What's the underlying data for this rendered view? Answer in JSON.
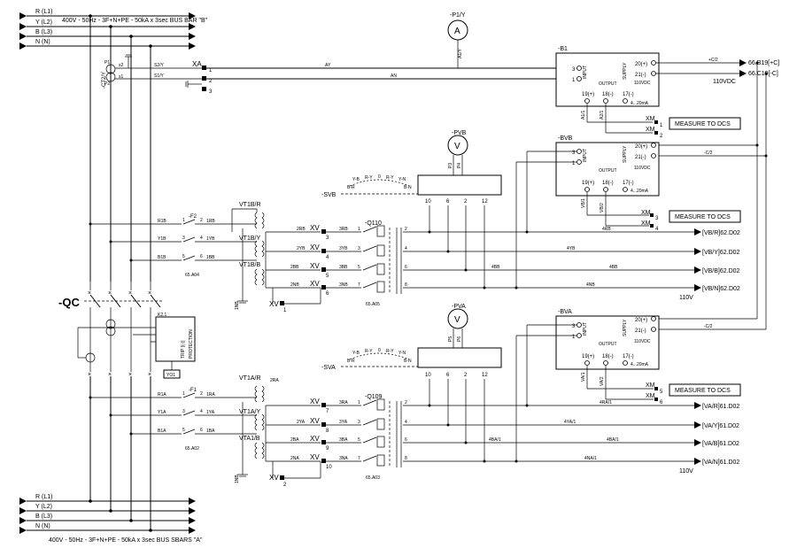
{
  "bus_b": {
    "phases": [
      "R (L1)",
      "Y (L2)",
      "B (L3)",
      "N (N)"
    ],
    "title": "400V - 50Hz - 3F+N+PE - 50kA x 3sec BUS BAR \"B\""
  },
  "bus_a": {
    "phases": [
      "R (L1)",
      "Y (L2)",
      "B (L3)",
      "N (N)"
    ],
    "title": "400V - 50Hz - 3F+N+PE - 50kA x 3sec BUS SBARS \"A\""
  },
  "ct": {
    "tag": "-CT2/Y",
    "p1": "P1",
    "p2": "P2",
    "s1": "s1",
    "s2": "s2",
    "w1": "S2/Y",
    "w2": "S1/Y"
  },
  "xa": {
    "tag": "XA",
    "t": [
      "1",
      "2",
      "3"
    ],
    "w1": "AY",
    "w2": "AN"
  },
  "ammeter": {
    "tag": "-P1/Y",
    "sym": "A",
    "wire": "A1/Y"
  },
  "b1": {
    "tag": "-B1",
    "in1": "3",
    "in2": "1",
    "input": "INPUT",
    "supply": "SUPPLY",
    "output": "OUTPUT",
    "sp": "20(+)",
    "sn": "21(-)",
    "vdc": "110VDC",
    "o19": "19(+)",
    "o18": "18(-)",
    "o17": "17(-)",
    "ma": "4...20mA",
    "wa": "A1/1",
    "wb": "A2/1"
  },
  "ext": {
    "pos": "66.B19[+C]",
    "neg": "66.C19[-C]",
    "vdc": "110VDC",
    "c2p": "+C/2",
    "c2n": "-C/2"
  },
  "xm": {
    "label": "XM",
    "dcs": "MEASURE TO DCS",
    "t1": [
      "1",
      "2"
    ],
    "t2": [
      "3",
      "4"
    ],
    "t3": [
      "5",
      "6"
    ]
  },
  "pvb": {
    "tag": "-PVB",
    "sym": "V",
    "w1": "P3",
    "w2": "P4",
    "t1": "1",
    "t2": "3"
  },
  "pva": {
    "tag": "-PVA",
    "sym": "V",
    "w1": "P5",
    "w2": "P6",
    "t1": "1",
    "t2": "3"
  },
  "bvb": {
    "tag": "-BVB",
    "wa": "VB/1",
    "wb": "VB/2"
  },
  "bva": {
    "tag": "-BVA",
    "wa": "VA/1",
    "wb": "VA/2"
  },
  "svb": {
    "tag": "-SVB",
    "pos": [
      "Y-B",
      "R-Y",
      "0",
      "R-Y",
      "Y-N",
      "B-R",
      "B-N"
    ]
  },
  "sva": {
    "tag": "-SVA",
    "pos": [
      "Y-B",
      "R-Y",
      "0",
      "R-Y",
      "Y-N",
      "B-R",
      "B-N"
    ]
  },
  "sw_terms": [
    "10",
    "6",
    "2",
    "12"
  ],
  "fuse_b": {
    "tag": "-F2",
    "ref": "65.A04",
    "in": [
      "R1B",
      "Y1B",
      "B1B"
    ],
    "out": [
      "1RB",
      "1YB",
      "1BB"
    ],
    "n": [
      "1",
      "3",
      "5"
    ],
    "m": [
      "2",
      "4",
      "6"
    ]
  },
  "fuse_a": {
    "tag": "-F1",
    "ref": "65.A02",
    "in": [
      "R1A",
      "Y1A",
      "B1A"
    ],
    "out": [
      "1RA",
      "1YA",
      "1BA"
    ],
    "n": [
      "1",
      "3",
      "5"
    ],
    "m": [
      "2",
      "4",
      "6"
    ]
  },
  "vtb": {
    "tags": [
      "VT1B/R",
      "VT1B/Y",
      "VT1B/B"
    ],
    "out": [
      "2RB",
      "2YB",
      "2BB",
      "2NB"
    ],
    "n1b": "1NB"
  },
  "vta": {
    "tags": [
      "VT1A/R",
      "VT1A/Y",
      "VTA1/B"
    ],
    "out": [
      "2RA",
      "2YA",
      "2BA",
      "2NA"
    ],
    "n1b": "1NB"
  },
  "xv_b": {
    "label": "XV",
    "n": [
      "3",
      "4",
      "5",
      "6"
    ],
    "g": "1"
  },
  "xv_a": {
    "label": "XV",
    "n": [
      "7",
      "8",
      "9",
      "10"
    ],
    "g": "2"
  },
  "q110": {
    "tag": "-Q110",
    "ref": "65.A05",
    "in": [
      "3RB",
      "3YB",
      "3BB",
      "3NB"
    ],
    "ci": [
      "1",
      "3",
      "5",
      "7"
    ],
    "co": [
      "2",
      "4",
      "6",
      "8"
    ]
  },
  "q109": {
    "tag": "-Q109",
    "ref": "65.A03",
    "in": [
      "3RA",
      "3YA",
      "3BA",
      "3NA"
    ],
    "ci": [
      "1",
      "3",
      "5",
      "7"
    ],
    "co": [
      "2",
      "4",
      "6",
      "8"
    ]
  },
  "out_b": {
    "wires": [
      "4RB",
      "4YB",
      "4BB",
      "4NB"
    ],
    "mid": "4BB",
    "ends": [
      "[VB/R]62.D02",
      "[VB/Y]62.D02",
      "[VB/B]62.D02",
      "[VB/N]62.D02"
    ],
    "v": "110V"
  },
  "out_a": {
    "wires": [
      "4RA/1",
      "4YA/1",
      "4BA/1",
      "4NA/1"
    ],
    "mid": "4BA/1",
    "ends": [
      "[VA/R]61.D02",
      "[VA/Y]61.D02",
      "[VA/B]61.D02",
      "[VA/N]61.D02"
    ],
    "v": "110V"
  },
  "qc": {
    "tag": "-QC",
    "aux": [
      "K2.1",
      "PROTECTION",
      "TRIP [(-)]",
      "YO1"
    ]
  }
}
